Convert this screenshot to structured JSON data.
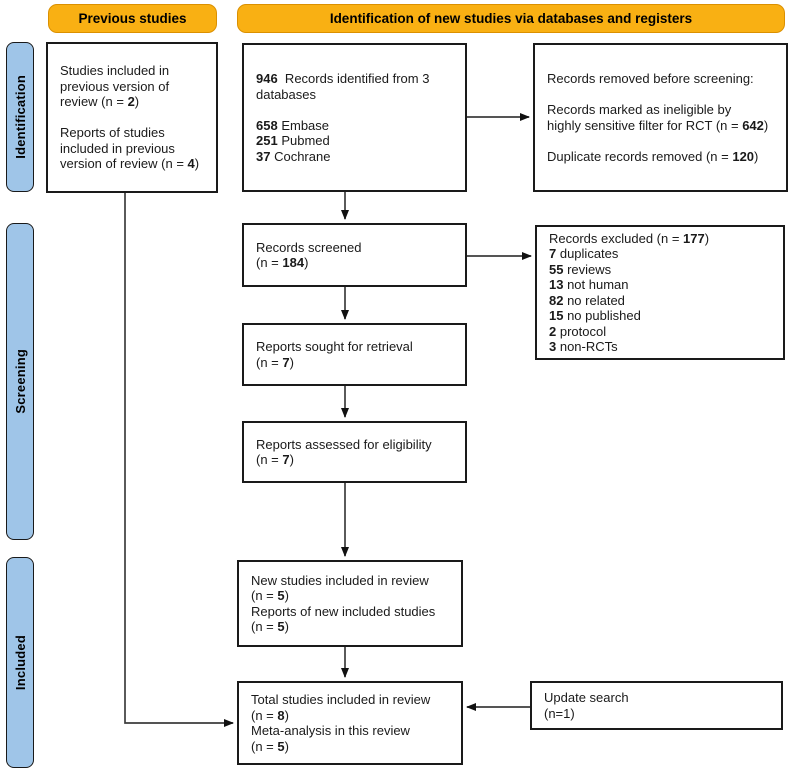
{
  "colors": {
    "header_bg": "#F9B013",
    "header_border": "#DB9000",
    "sidebar_bg": "#9FC5E8",
    "sidebar_border": "#1a1a1a",
    "box_border": "#1a1a1a",
    "arrow": "#3d3d3d",
    "arrowhead": "#111111",
    "text": "#1a1a1a",
    "background": "#ffffff"
  },
  "headers": {
    "previous": "Previous studies",
    "new_studies": "Identification of new studies via databases and registers"
  },
  "sidebar": {
    "identification": "Identification",
    "screening": "Screening",
    "included": "Included"
  },
  "boxes": {
    "previous_studies": {
      "lines": [
        "Studies included in",
        "previous version of",
        "review (n = **2**)",
        "",
        "Reports of studies",
        "included in previous",
        "version of review (n = **4**)"
      ]
    },
    "records_identified": {
      "lines": [
        "**946**  Records identified from 3",
        "databases",
        "",
        "**658** Embase",
        "**251** Pubmed",
        "**37** Cochrane"
      ]
    },
    "records_removed": {
      "lines": [
        "Records removed before screening:",
        "",
        "Records marked as ineligible by",
        "highly sensitive filter for RCT (n = **642**)",
        "",
        "Duplicate records removed (n = **120**)"
      ]
    },
    "records_screened": {
      "lines": [
        "Records screened",
        "(n = **184**)"
      ]
    },
    "records_excluded": {
      "lines": [
        "Records excluded (n = **177**)",
        "**7** duplicates",
        "**55** reviews",
        "**13** not human",
        "**82** no related",
        "**15** no published",
        "**2** protocol",
        "**3** non-RCTs"
      ]
    },
    "reports_sought": {
      "lines": [
        "Reports sought for retrieval",
        "(n = **7**)"
      ]
    },
    "reports_assessed": {
      "lines": [
        "Reports assessed for eligibility",
        "(n = **7**)"
      ]
    },
    "new_studies_included": {
      "lines": [
        "New studies included in review",
        "(n = **5**)",
        "Reports of new included studies",
        "(n = **5**)"
      ]
    },
    "total_studies_included": {
      "lines": [
        "Total studies included in review",
        "(n = **8**)",
        "Meta-analysis in this review",
        "(n = **5**)"
      ]
    },
    "update_search": {
      "lines": [
        "Update search",
        "(n=1)"
      ]
    }
  }
}
